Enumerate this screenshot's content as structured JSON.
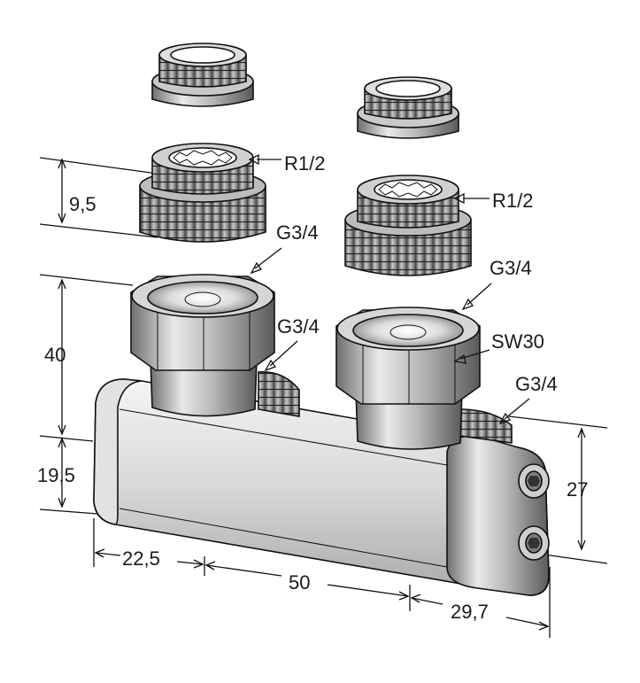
{
  "labels": {
    "r12_left": "R1/2",
    "r12_right": "R1/2",
    "g34_left_nut": "G3/4",
    "g34_right_nut": "G3/4",
    "g34_left_port": "G3/4",
    "g34_right_port": "G3/4",
    "sw30": "SW30"
  },
  "dimensions": {
    "d9_5": "9,5",
    "d40": "40",
    "d19_5": "19,5",
    "d27": "27",
    "d22_5": "22,5",
    "d50": "50",
    "d29_7": "29,7"
  }
}
